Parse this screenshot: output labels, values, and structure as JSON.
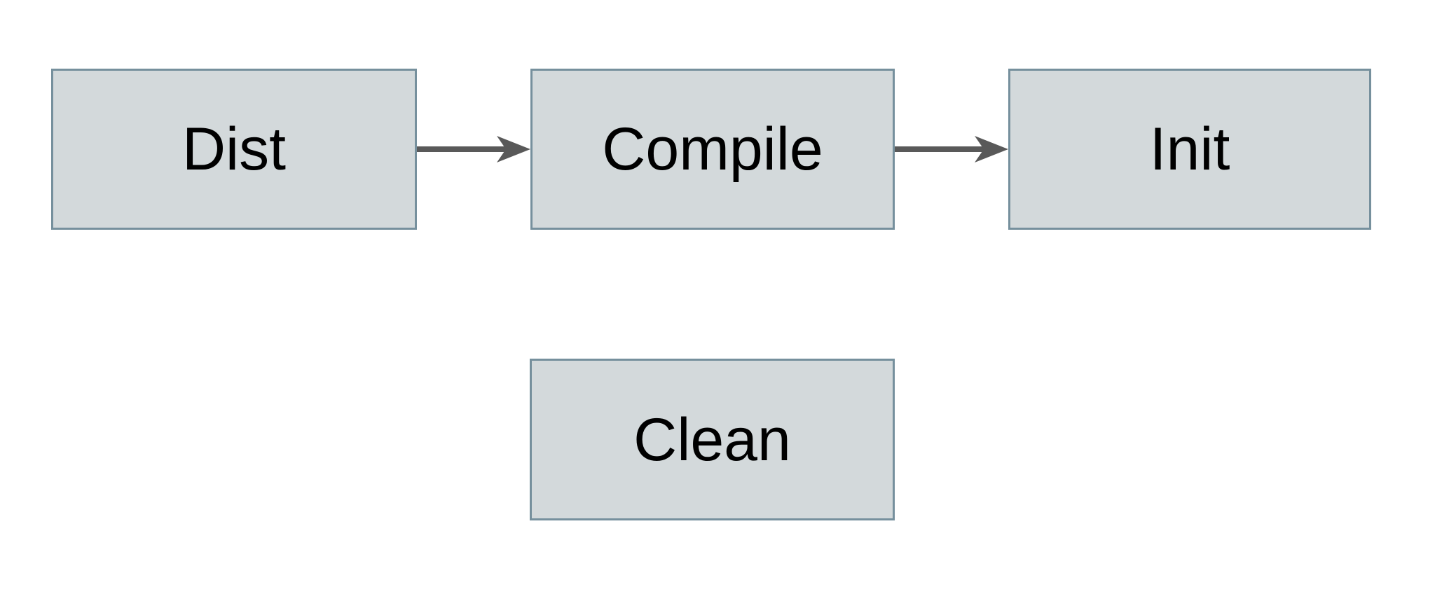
{
  "diagram": {
    "title": "build-targets-flowchart",
    "colors": {
      "background": "#ffffff",
      "node_fill": "#d3d9db",
      "node_border": "#76909d",
      "arrow": "#595959",
      "text": "#000000"
    },
    "nodes": [
      {
        "id": "dist",
        "label": "Dist"
      },
      {
        "id": "compile",
        "label": "Compile"
      },
      {
        "id": "init",
        "label": "Init"
      },
      {
        "id": "clean",
        "label": "Clean"
      }
    ],
    "edges": [
      {
        "from": "dist",
        "to": "compile",
        "direction": "right"
      },
      {
        "from": "compile",
        "to": "init",
        "direction": "right"
      }
    ]
  }
}
